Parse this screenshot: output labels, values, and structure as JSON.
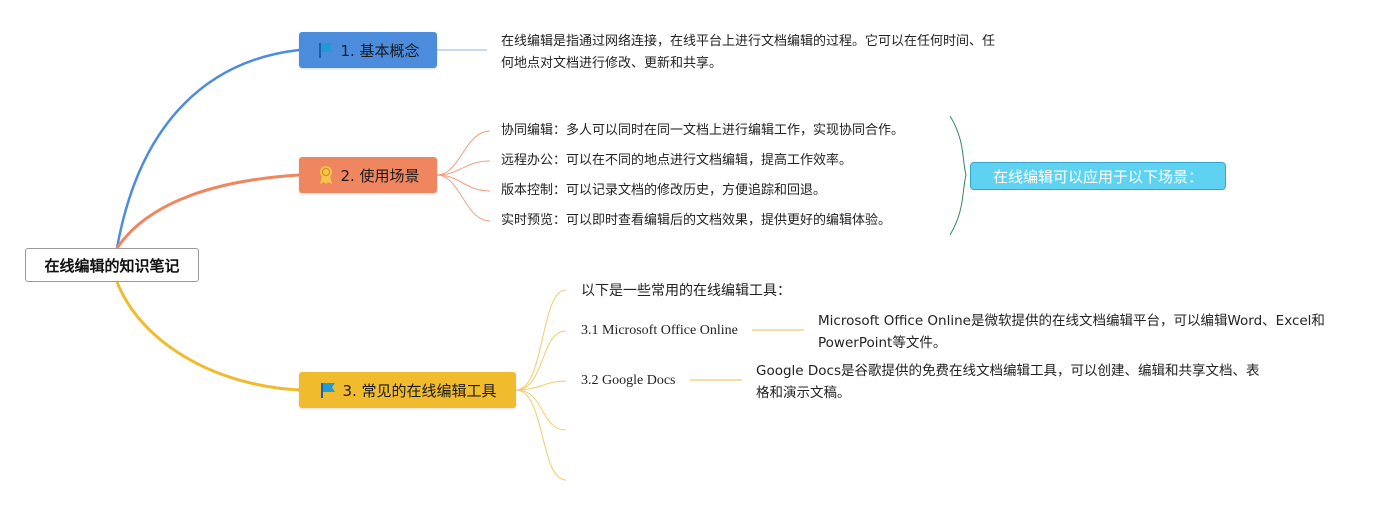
{
  "root": {
    "label": "在线编辑的知识笔记"
  },
  "branches": [
    {
      "label": "1. 基本概念",
      "color": "#4c8cdc",
      "icon": "flag-icon"
    },
    {
      "label": "2. 使用场景",
      "color": "#f08660",
      "icon": "award-ribbon-icon"
    },
    {
      "label": "3. 常见的在线编辑工具",
      "color": "#f1bb2e",
      "icon": "flag-icon"
    }
  ],
  "concept": {
    "description": "在线编辑是指通过网络连接，在线平台上进行文档编辑的过程。它可以在任何时间、任何地点对文档进行修改、更新和共享。"
  },
  "scenarios": {
    "items": [
      "协同编辑：多人可以同时在同一文档上进行编辑工作，实现协同合作。",
      "远程办公：可以在不同的地点进行文档编辑，提高工作效率。",
      "版本控制：可以记录文档的修改历史，方便追踪和回退。",
      "实时预览：可以即时查看编辑后的文档效果，提供更好的编辑体验。"
    ],
    "summary": "在线编辑可以应用于以下场景："
  },
  "tools": {
    "intro": "以下是一些常用的在线编辑工具：",
    "items": [
      {
        "name": "3.1 Microsoft Office Online",
        "description": "Microsoft Office Online是微软提供的在线文档编辑平台，可以编辑Word、Excel和PowerPoint等文件。"
      },
      {
        "name": "3.2 Google Docs",
        "description": "Google Docs是谷歌提供的免费在线文档编辑工具，可以创建、编辑和共享文档、表格和演示文稿。"
      }
    ]
  },
  "colors": {
    "summary_bg": "#5fd2f2",
    "summary_line": "#2e8b57"
  }
}
